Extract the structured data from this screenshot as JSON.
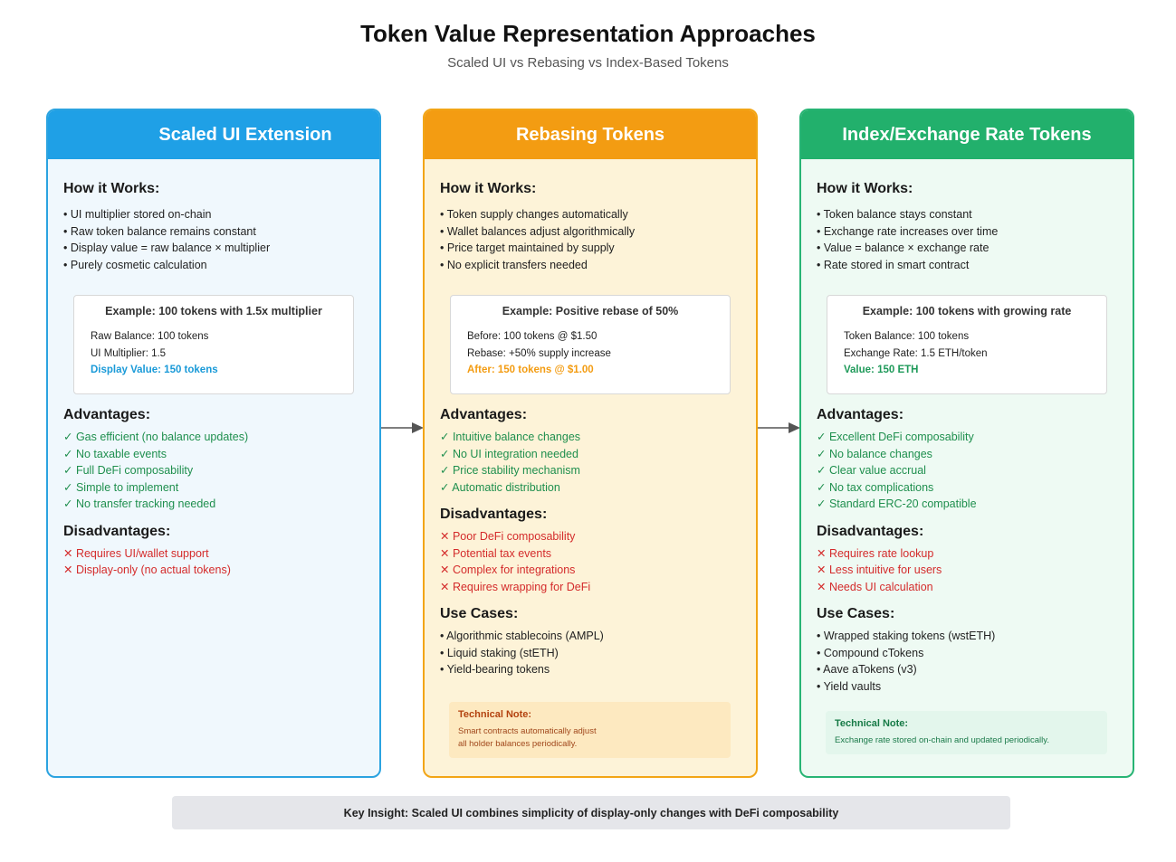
{
  "header": {
    "title": "Token Value Representation Approaches",
    "subtitle": "Scaled UI vs Rebasing vs Index-Based Tokens"
  },
  "panels": [
    {
      "title": "Scaled UI Extension",
      "color": "#1fa0e6",
      "how_label": "How it Works:",
      "how": [
        "UI multiplier stored on-chain",
        "Raw token balance remains constant",
        "Display value = raw balance × multiplier",
        "Purely cosmetic calculation"
      ],
      "example": {
        "title": "Example: 100 tokens with 1.5x multiplier",
        "lines": [
          "Raw Balance: 100 tokens",
          "UI Multiplier: 1.5"
        ],
        "highlight": "Display Value: 150 tokens"
      },
      "advantages_label": "Advantages:",
      "advantages": [
        "Gas efficient (no balance updates)",
        "No taxable events",
        "Full DeFi composability",
        "Simple to implement",
        "No transfer tracking needed"
      ],
      "disadvantages_label": "Disadvantages:",
      "disadvantages": [
        "Requires UI/wallet support",
        "Display-only (no actual tokens)"
      ]
    },
    {
      "title": "Rebasing Tokens",
      "color": "#f39c12",
      "how_label": "How it Works:",
      "how": [
        "Token supply changes automatically",
        "Wallet balances adjust algorithmically",
        "Price target maintained by supply",
        "No explicit transfers needed"
      ],
      "example": {
        "title": "Example: Positive rebase of 50%",
        "lines": [
          "Before: 100 tokens @ $1.50",
          "Rebase: +50% supply increase"
        ],
        "highlight": "After: 150 tokens @ $1.00"
      },
      "advantages_label": "Advantages:",
      "advantages": [
        "Intuitive balance changes",
        "No UI integration needed",
        "Price stability mechanism",
        "Automatic distribution"
      ],
      "disadvantages_label": "Disadvantages:",
      "disadvantages": [
        "Poor DeFi composability",
        "Potential tax events",
        "Complex for integrations",
        "Requires wrapping for DeFi"
      ],
      "use_cases_label": "Use Cases:",
      "use_cases": [
        "Algorithmic stablecoins (AMPL)",
        "Liquid staking (stETH)",
        "Yield-bearing tokens"
      ],
      "note": {
        "title": "Technical Note:",
        "lines": [
          "Smart contracts automatically adjust",
          "all holder balances periodically."
        ]
      }
    },
    {
      "title": "Index/Exchange Rate Tokens",
      "color": "#22b06c",
      "how_label": "How it Works:",
      "how": [
        "Token balance stays constant",
        "Exchange rate increases over time",
        "Value = balance × exchange rate",
        "Rate stored in smart contract"
      ],
      "example": {
        "title": "Example: 100 tokens with growing rate",
        "lines": [
          "Token Balance: 100 tokens",
          "Exchange Rate: 1.5 ETH/token"
        ],
        "highlight": "Value: 150 ETH"
      },
      "advantages_label": "Advantages:",
      "advantages": [
        "Excellent DeFi composability",
        "No balance changes",
        "Clear value accrual",
        "No tax complications",
        "Standard ERC-20 compatible"
      ],
      "disadvantages_label": "Disadvantages:",
      "disadvantages": [
        "Requires rate lookup",
        "Less intuitive for users",
        "Needs UI calculation"
      ],
      "use_cases_label": "Use Cases:",
      "use_cases": [
        "Wrapped staking tokens (wstETH)",
        "Compound cTokens",
        "Aave aTokens (v3)",
        "Yield vaults"
      ],
      "note": {
        "title": "Technical Note:",
        "lines": [
          "Exchange rate stored on-chain and updated periodically."
        ]
      }
    }
  ],
  "footer": {
    "insight": "Key Insight: Scaled UI combines simplicity of display-only changes with DeFi composability"
  }
}
